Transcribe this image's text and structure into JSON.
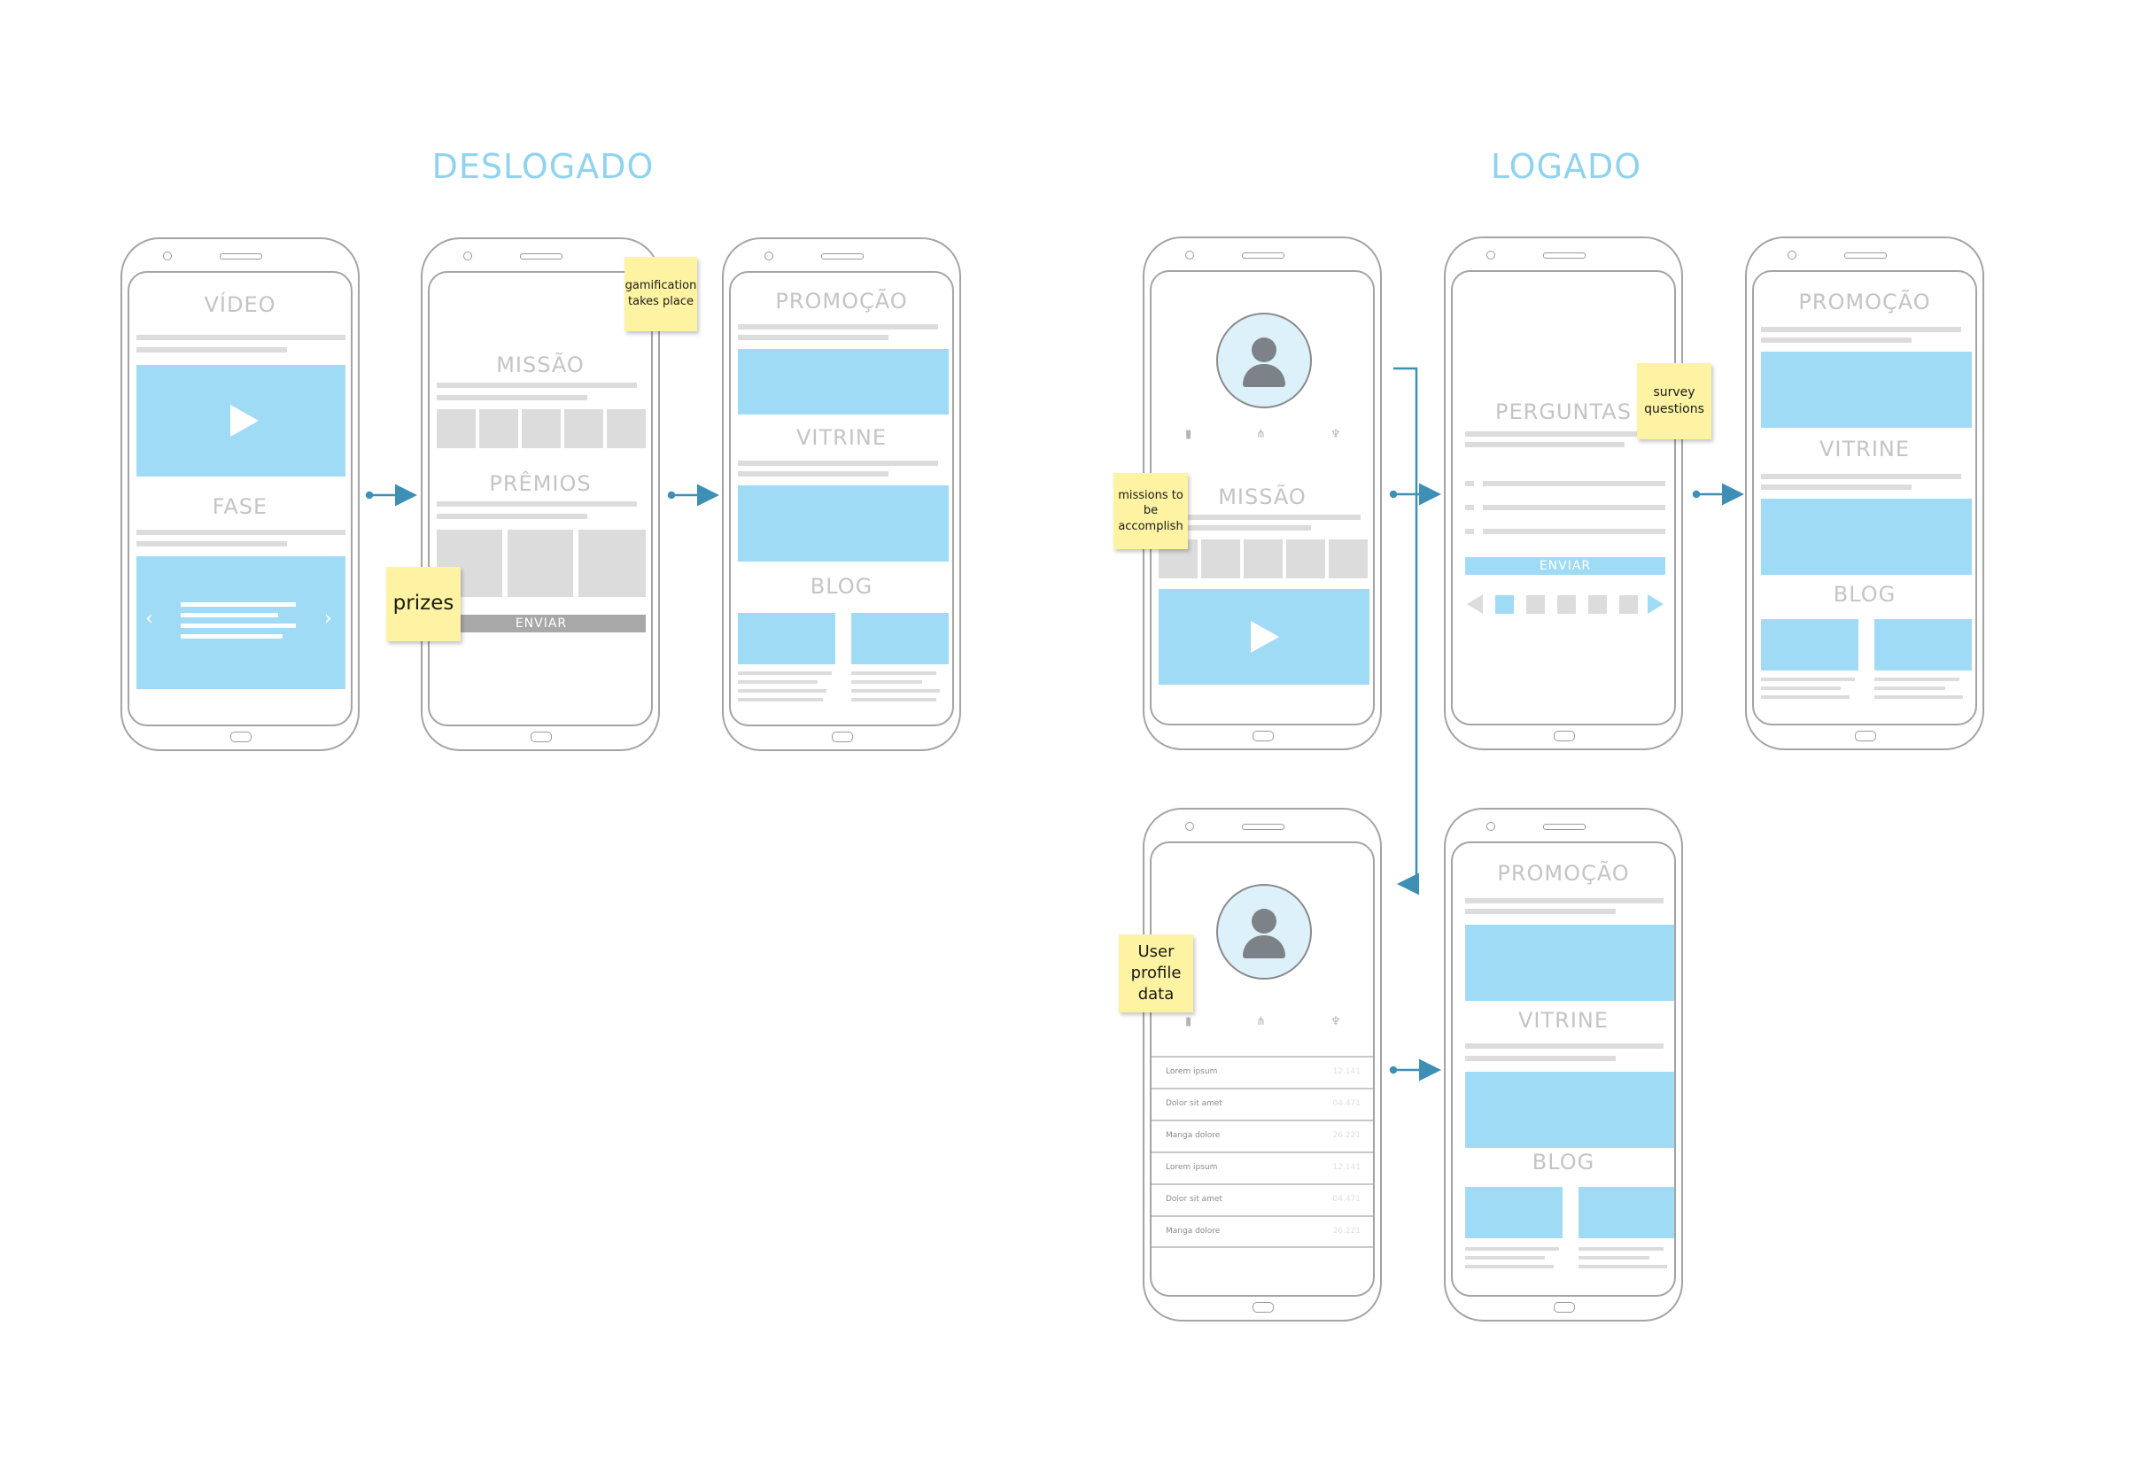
{
  "sections": {
    "left": "DESLOGADO",
    "right": "LOGADO"
  },
  "screens": {
    "video": "VÍDEO",
    "fase": "FASE",
    "missao": "MISSÃO",
    "premios": "PRÊMIOS",
    "enviar": "ENVIAR",
    "promocao": "PROMOÇÃO",
    "vitrine": "VITRINE",
    "blog": "BLOG",
    "perguntas": "PERGUNTAS"
  },
  "notes": {
    "gamification": "gamification takes place",
    "prizes": "prizes",
    "missions": "missions to be accomplish",
    "survey": "survey questions",
    "profile": "User profile data"
  },
  "profile_list": [
    {
      "label": "Lorem ipsum",
      "value": "12.141"
    },
    {
      "label": "Dolor sit amet",
      "value": "04.471"
    },
    {
      "label": "Manga dolore",
      "value": "26.221"
    },
    {
      "label": "Lorem ipsum",
      "value": "12.141"
    },
    {
      "label": "Dolor sit amet",
      "value": "04.471"
    },
    {
      "label": "Manga dolore",
      "value": "26.221"
    }
  ],
  "colors": {
    "accent": "#8fd3f0",
    "placeholder_blue": "#a0dbf6",
    "arrow": "#3e8fb6",
    "sticky": "#fdf3a2"
  },
  "icons": [
    "play-icon",
    "user-avatar-icon",
    "lock-icon",
    "hierarchy-icon",
    "trophy-icon",
    "chevron-left-icon",
    "chevron-right-icon"
  ]
}
